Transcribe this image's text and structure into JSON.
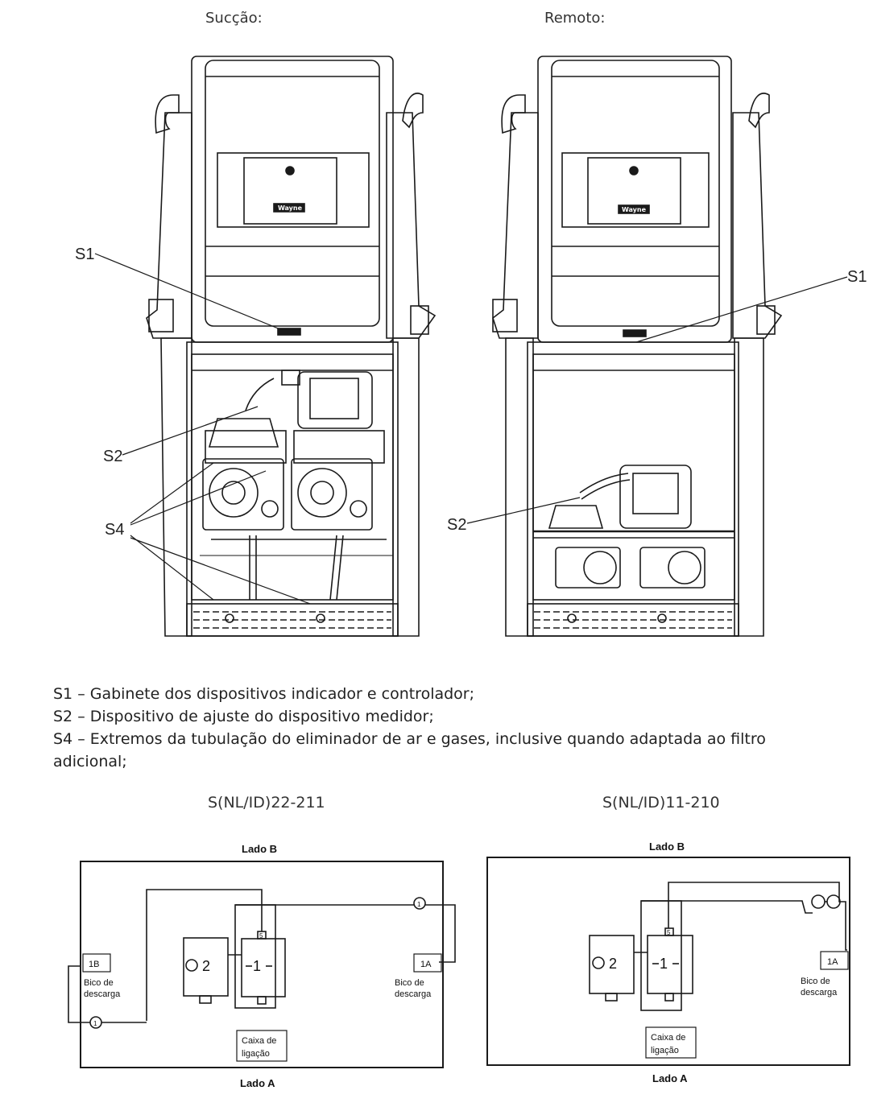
{
  "top_captions": {
    "left": "Sucção:",
    "right": "Remoto:"
  },
  "callouts": {
    "s1": "S1",
    "s2": "S2",
    "s4": "S4"
  },
  "brand_plate": "Wayne",
  "legend": [
    "S1 – Gabinete dos dispositivos indicador e controlador;",
    "S2 – Dispositivo de ajuste do dispositivo medidor;",
    "S4 – Extremos da tubulação do eliminador de ar e gases, inclusive quando adaptada ao filtro adicional;"
  ],
  "diagram_titles": {
    "left": "S(NL/ID)22-211",
    "right": "S(NL/ID)11-210"
  },
  "diagram_left": {
    "side_top": "Lado B",
    "side_bottom": "Lado A",
    "nozzle_left_tag": "1B",
    "nozzle_right_tag": "1A",
    "nozzle_label_line1": "Bico de",
    "nozzle_label_line2": "descarga",
    "junction_box_line1": "Caixa de",
    "junction_box_line2": "ligação",
    "motor": "2",
    "meter": "1",
    "node": "1",
    "meter_port": "5"
  },
  "diagram_right": {
    "side_top": "Lado B",
    "side_bottom": "Lado A",
    "nozzle_right_tag": "1A",
    "nozzle_label_line1": "Bico de",
    "nozzle_label_line2": "descarga",
    "junction_box_line1": "Caixa de",
    "junction_box_line2": "ligação",
    "motor": "2",
    "meter": "1",
    "meter_port": "5"
  }
}
